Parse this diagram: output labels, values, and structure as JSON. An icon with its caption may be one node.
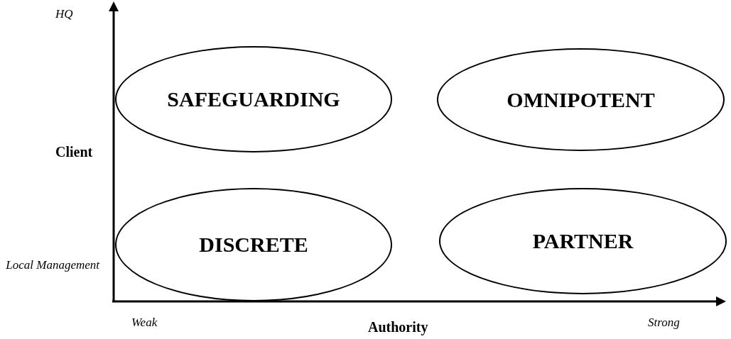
{
  "diagram": {
    "nodes": [
      {
        "text": [
          "SAFEGUARDING"
        ]
      },
      {
        "text": [
          "OMNIPOTENT"
        ]
      },
      {
        "text": [
          "DISCRETE"
        ]
      },
      {
        "text": [
          "PARTNER"
        ]
      }
    ],
    "labels": [
      "HQ",
      "Client",
      "Local Management",
      "Weak",
      "Authority",
      "Strong"
    ]
  }
}
